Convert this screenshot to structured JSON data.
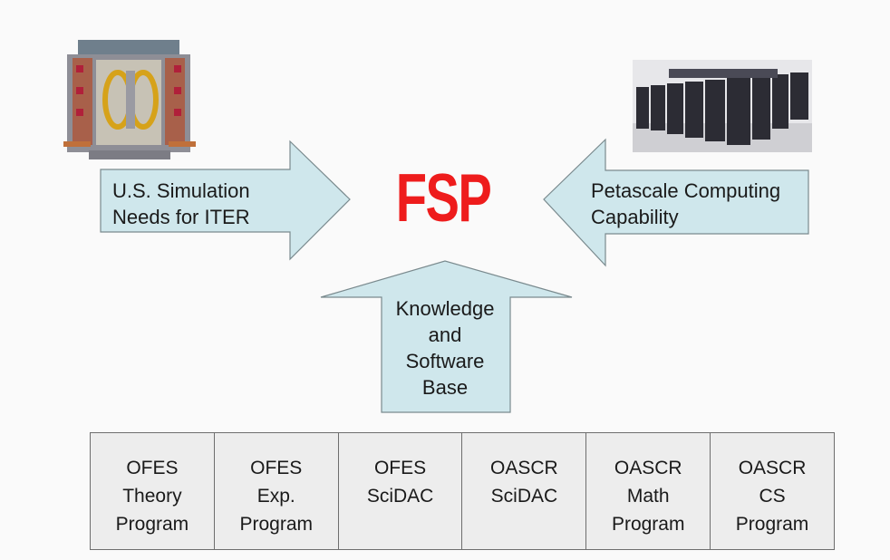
{
  "center_label": "FSP",
  "left_arrow": {
    "lines": [
      "U.S. Simulation",
      "Needs for ITER"
    ]
  },
  "right_arrow": {
    "lines": [
      "Petascale Computing",
      "Capability"
    ]
  },
  "up_arrow": {
    "lines": [
      "Knowledge",
      "and",
      "Software",
      "Base"
    ]
  },
  "programs": [
    {
      "lines": [
        "OFES",
        "Theory",
        "Program"
      ]
    },
    {
      "lines": [
        "OFES",
        "Exp.",
        "Program"
      ]
    },
    {
      "lines": [
        "OFES",
        "SciDAC"
      ]
    },
    {
      "lines": [
        "OASCR",
        "SciDAC"
      ]
    },
    {
      "lines": [
        "OASCR",
        "Math",
        "Program"
      ]
    },
    {
      "lines": [
        "OASCR",
        "CS",
        "Program"
      ]
    }
  ],
  "colors": {
    "arrow_fill": "#cfe7ec",
    "arrow_stroke": "#7a8a8e",
    "fsp": "#ee1c1c",
    "table_fill": "#ededed"
  }
}
